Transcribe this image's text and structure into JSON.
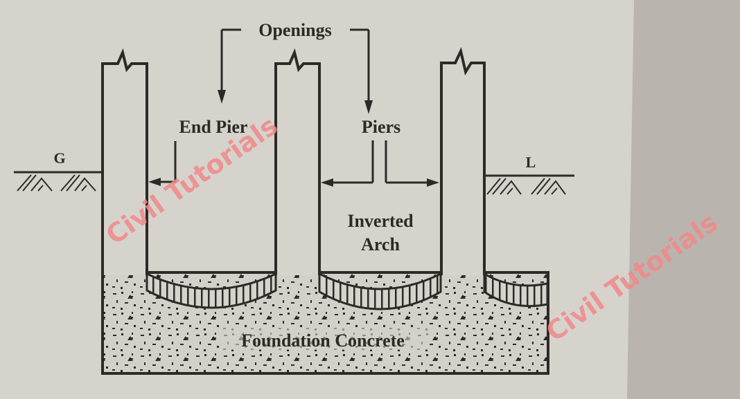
{
  "diagram": {
    "type": "civil-engineering cross-section",
    "subject": "Pier foundation with inverted arches",
    "labels": {
      "openings": "Openings",
      "end_pier": "End Pier",
      "piers": "Piers",
      "inverted_arch_line1": "Inverted",
      "inverted_arch_line2": "Arch",
      "ground_left": "G",
      "ground_right": "L",
      "foundation": "Foundation Concrete"
    },
    "watermarks": [
      "Civil Tutorials",
      "Civil Tutorials"
    ],
    "colors": {
      "paper": "#d6d3cd",
      "ink": "#2c2a27",
      "watermark": "#f08a8a",
      "background": "#b9b5ae"
    }
  }
}
